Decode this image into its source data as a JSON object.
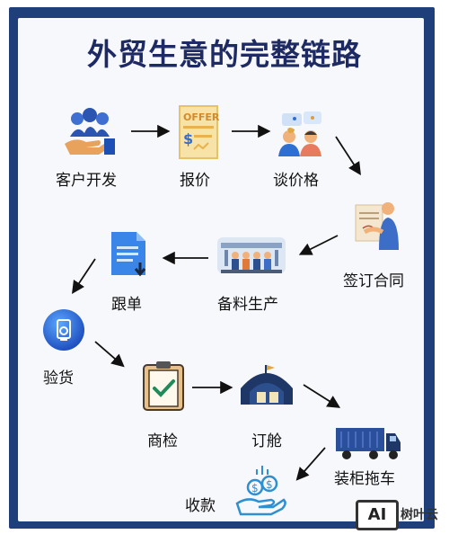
{
  "title": "外贸生意的完整链路",
  "steps": [
    {
      "label": "客户开发",
      "icon": "handshake-people-icon"
    },
    {
      "label": "报价",
      "icon": "offer-document-icon"
    },
    {
      "label": "谈价格",
      "icon": "negotiation-people-icon"
    },
    {
      "label": "签订合同",
      "icon": "signing-contract-icon"
    },
    {
      "label": "备料生产",
      "icon": "factory-workers-icon"
    },
    {
      "label": "跟单",
      "icon": "document-download-icon"
    },
    {
      "label": "验货",
      "icon": "inspection-badge-icon"
    },
    {
      "label": "商检",
      "icon": "clipboard-check-icon"
    },
    {
      "label": "订舱",
      "icon": "warehouse-hangar-icon"
    },
    {
      "label": "装柜拖车",
      "icon": "container-truck-icon"
    },
    {
      "label": "收款",
      "icon": "hand-money-icon"
    }
  ],
  "watermark": {
    "box": "AI",
    "text": "树叶云"
  }
}
